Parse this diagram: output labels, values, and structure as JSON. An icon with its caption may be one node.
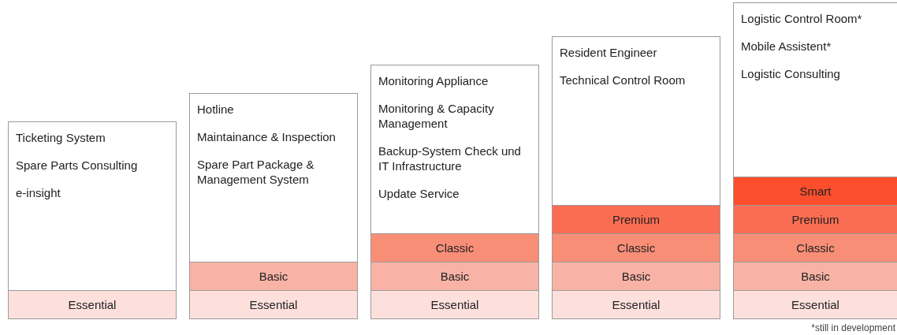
{
  "diagram": {
    "nodes": [
      {
        "text": [
          "Ticketing System",
          "Spare Parts Consulting",
          "e-insight"
        ]
      },
      {
        "text": [
          "Essential"
        ],
        "in": 0
      },
      {
        "text": [
          "Hotline",
          "Maintainance & Inspection",
          "Spare Part Package & Management System"
        ]
      },
      {
        "text": [
          "Basic"
        ],
        "in": 2
      },
      {
        "text": [
          "Essential"
        ],
        "in": 2
      },
      {
        "text": [
          "Monitoring Appliance",
          "Monitoring & Capacity Management",
          "Backup-System Check und IT Infrastructure",
          "Update Service"
        ]
      },
      {
        "text": [
          "Classic"
        ],
        "in": 5
      },
      {
        "text": [
          "Basic"
        ],
        "in": 5
      },
      {
        "text": [
          "Essential"
        ],
        "in": 5
      },
      {
        "text": [
          "Resident Engineer",
          "Technical Control Room"
        ]
      },
      {
        "text": [
          "Premium"
        ],
        "in": 9
      },
      {
        "text": [
          "Classic"
        ],
        "in": 9
      },
      {
        "text": [
          "Basic"
        ],
        "in": 9
      },
      {
        "text": [
          "Essential"
        ],
        "in": 9
      },
      {
        "text": [
          "Logistic Control Room*",
          "Mobile Assistent*",
          "Logistic Consulting"
        ]
      },
      {
        "text": [
          "Smart"
        ],
        "in": 14
      },
      {
        "text": [
          "Premium"
        ],
        "in": 14
      },
      {
        "text": [
          "Classic"
        ],
        "in": 14
      },
      {
        "text": [
          "Basic"
        ],
        "in": 14
      },
      {
        "text": [
          "Essential"
        ],
        "in": 14
      }
    ],
    "labels": [
      "*still in development"
    ]
  }
}
